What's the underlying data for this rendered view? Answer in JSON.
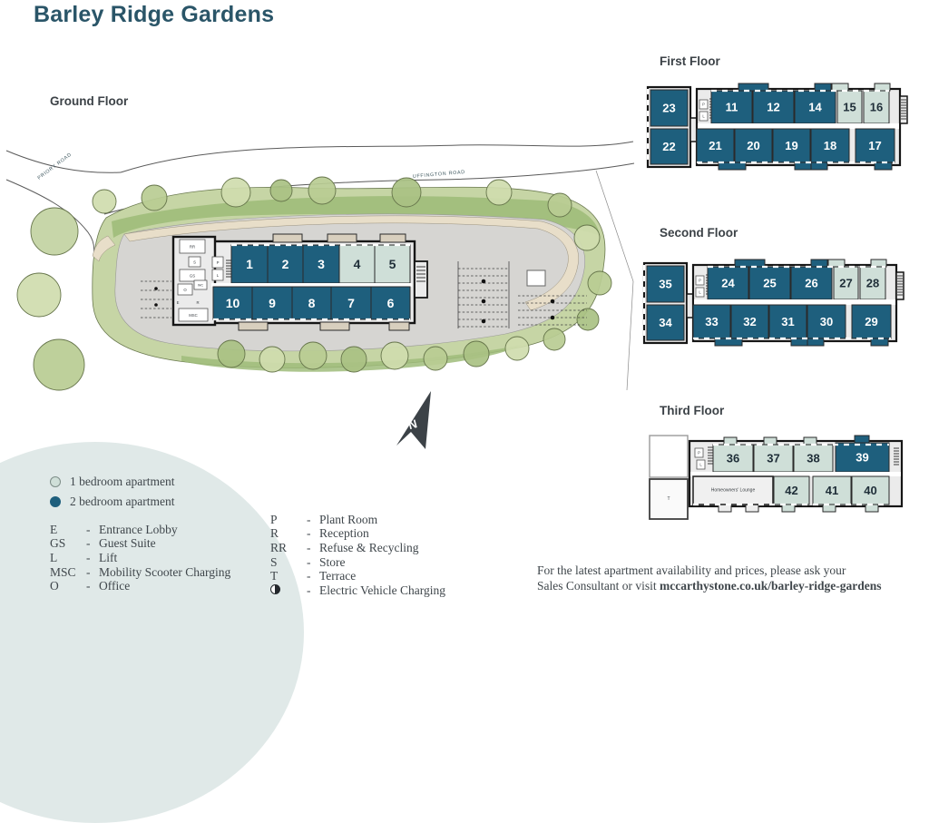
{
  "title": "Barley Ridge Gardens",
  "colors": {
    "two_bed": "#1e5f7d",
    "one_bed": "#cfdfd8",
    "title_teal": "#2a5568",
    "body_text": "#3f464b",
    "blob": "#e0e9e8",
    "site_green": "#c6d5a5",
    "site_green_dark": "#9fbc7a",
    "gravel": "#d6d5d2",
    "drive_beige": "#e8dec9"
  },
  "roads": {
    "priory": "PRIORY ROAD",
    "uffington": "UFFINGTON ROAD"
  },
  "compass": "N",
  "plan_labels": {
    "p": "P",
    "l": "L",
    "t": "T",
    "wc": "WC",
    "e": "E",
    "r": "R",
    "s": "S",
    "gs": "GS",
    "rr": "RR",
    "o": "O",
    "msc": "MSC",
    "lounge": "Homeowners' Lounge"
  },
  "ground": {
    "label": "Ground Floor",
    "top_row": [
      "1",
      "2",
      "3",
      "4",
      "5"
    ],
    "bottom_row": [
      "10",
      "9",
      "8",
      "7",
      "6"
    ]
  },
  "first": {
    "label": "First Floor",
    "left_top": "23",
    "left_bottom": "22",
    "top_row": [
      "11",
      "12",
      "14",
      "15",
      "16"
    ],
    "bottom_row": [
      "21",
      "20",
      "19",
      "18",
      "17"
    ]
  },
  "second": {
    "label": "Second Floor",
    "left_top": "35",
    "left_bottom": "34",
    "top_row": [
      "24",
      "25",
      "26",
      "27",
      "28"
    ],
    "bottom_row": [
      "33",
      "32",
      "31",
      "30",
      "29"
    ]
  },
  "third": {
    "label": "Third Floor",
    "top_row": [
      "36",
      "37",
      "38",
      "39"
    ],
    "bottom_row": [
      "42",
      "41",
      "40"
    ]
  },
  "legend": {
    "one_bed": "1 bedroom apartment",
    "two_bed": "2 bedroom apartment"
  },
  "key": {
    "col1": [
      {
        "abbr": "E",
        "desc": "Entrance Lobby"
      },
      {
        "abbr": "GS",
        "desc": "Guest Suite"
      },
      {
        "abbr": "L",
        "desc": "Lift"
      },
      {
        "abbr": "MSC",
        "desc": "Mobility Scooter Charging"
      },
      {
        "abbr": "O",
        "desc": "Office"
      }
    ],
    "col2": [
      {
        "abbr": "P",
        "desc": "Plant Room"
      },
      {
        "abbr": "R",
        "desc": "Reception"
      },
      {
        "abbr": "RR",
        "desc": "Refuse & Recycling"
      },
      {
        "abbr": "S",
        "desc": "Store"
      },
      {
        "abbr": "T",
        "desc": "Terrace"
      },
      {
        "abbr": "ev-charging-icon",
        "desc": "Electric Vehicle Charging"
      }
    ]
  },
  "footer": {
    "line1": "For the latest apartment availability and prices, please ask your",
    "line2_prefix": "Sales Consultant or visit ",
    "line2_bold": "mccarthystone.co.uk/barley-ridge-gardens"
  }
}
